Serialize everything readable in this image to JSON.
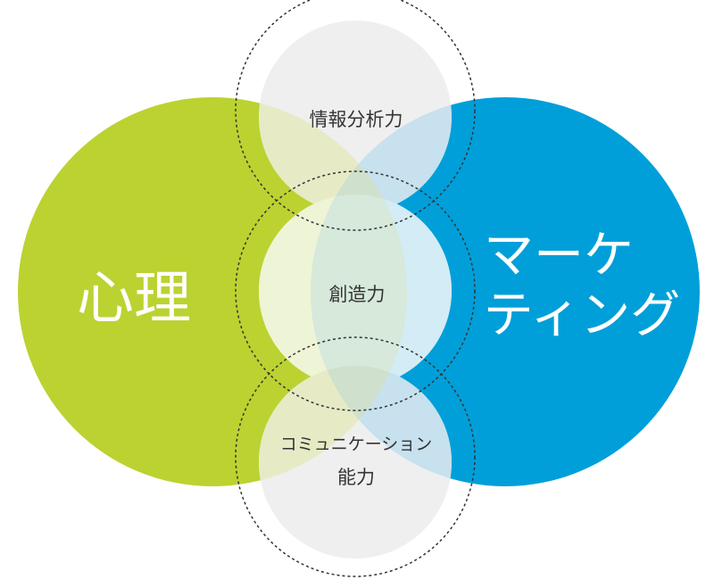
{
  "diagram": {
    "left": {
      "label": "心理",
      "color": "#bcd231"
    },
    "right": {
      "label_line1": "マーケ",
      "label_line2": "ティング",
      "color": "#009fd9"
    },
    "top": {
      "label": "情報分析力"
    },
    "center": {
      "label": "創造力"
    },
    "bottom": {
      "label_line1": "コミュニケーション",
      "label_line2": "能力"
    }
  }
}
